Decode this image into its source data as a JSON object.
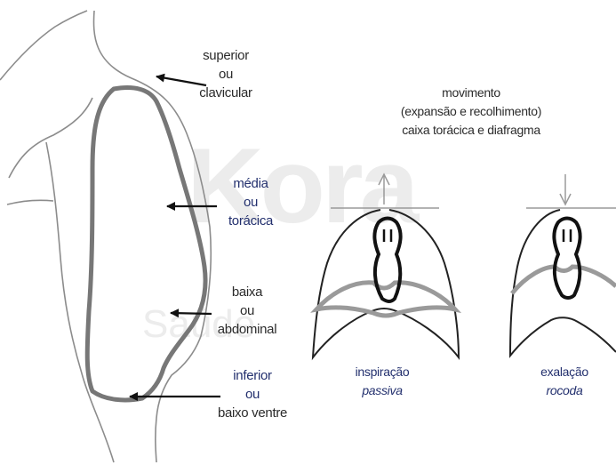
{
  "watermark": {
    "main": "Kora",
    "sub": "Saúde"
  },
  "regions": {
    "superior": [
      "superior",
      "ou",
      "clavicular"
    ],
    "media": [
      "média",
      "ou",
      "torácica"
    ],
    "baixa": [
      "baixa",
      "ou",
      "abdominal"
    ],
    "inferior": [
      "inferior",
      "ou",
      "baixo ventre"
    ]
  },
  "movement_title": [
    "movimento",
    "(expansão e recolhimento)",
    "caixa torácica e diafragma"
  ],
  "inspiracao": [
    "inspiração",
    "passiva"
  ],
  "exalacao": [
    "exalação",
    "rocoda"
  ],
  "colors": {
    "body_outline": "#777777",
    "arrow": "#111111",
    "label_dark": "#2b2b2b",
    "label_blue": "#23306e",
    "diaphragm_grey": "#9a9a9a",
    "watermark": "#ececec"
  }
}
